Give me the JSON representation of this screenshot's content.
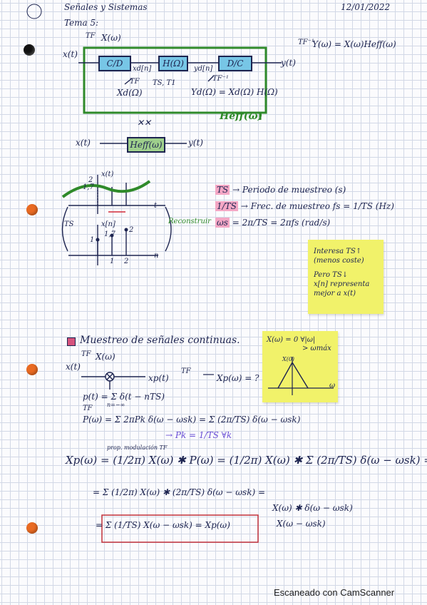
{
  "header": {
    "subject": "Señales y Sistemas",
    "date": "12/01/2022",
    "topic": "Tema 5:"
  },
  "diagram1": {
    "fourier_top": "TF",
    "X_omega": "X(ω)",
    "inverse_tf": "TF⁻¹",
    "y_eq": "Y(ω) = X(ω)Heff(ω)",
    "x_t": "x(t)",
    "cd": "C/D",
    "h": "H(Ω)",
    "dc": "D/C",
    "xd": "xd[n]",
    "yd": "yd[n]",
    "y_t": "y(t)",
    "tf_small": "TF",
    "ts_t": "TS, T1",
    "tf_inv_small": "TF⁻¹",
    "Xd": "Xd(Ω)",
    "Yd_eq": "Yd(Ω) = Xd(Ω) H(Ω)",
    "heff": "Heff(ω)",
    "equiv": "✕✕",
    "x_t2": "x(t)",
    "heff_box": "Heff(ω)",
    "y_t2": "y(t)"
  },
  "sampling_plot": {
    "xt": "x(t)",
    "t": "t",
    "ts": "TS",
    "xn": "x[n]",
    "n": "n",
    "val2": "2",
    "val17": "1,7",
    "val1": "1",
    "val2b": "2",
    "tick1": "1",
    "tick2": "2",
    "reconstruir": "Reconstruir"
  },
  "defs": {
    "ts_key": "TS",
    "ts_text": "→ Periodo de muestreo (s)",
    "fs_key": "1/TS",
    "fs_text": "→ Frec. de muestreo fs = 1/TS (Hz)",
    "ws_key": "ωs",
    "ws_text": "= 2π/TS = 2πfs (rad/s)"
  },
  "sticky1": {
    "l1": "Interesa TS↑",
    "l2": "(menos coste)",
    "l3": "Pero TS↓",
    "l4": "x[n] representa",
    "l5": "mejor a x(t)"
  },
  "section2": {
    "title": "Muestreo de señales continuas.",
    "tf": "TF",
    "X_omega": "X(ω)",
    "x_t": "x(t)",
    "xp_t": "xp(t)",
    "tf2": "TF",
    "xp_eq": "Xp(ω) = ?",
    "p_t": "p(t) = Σ δ(t − nTS)",
    "p_sum": "n=−∞",
    "tf3": "TF",
    "P_eq": "P(ω) = Σ 2πPk δ(ω − ωsk) = Σ (2π/TS) δ(ω − ωsk)",
    "pk": "→ Pk = 1/TS ∀k",
    "prop": "prop. modulación TF",
    "eq1": "Xp(ω) = (1/2π) X(ω) ✱ P(ω) = (1/2π) X(ω) ✱ Σ (2π/TS) δ(ω − ωsk) =",
    "eq2": "= Σ (1/2π) X(ω) ✱ (2π/TS) δ(ω − ωsk) =",
    "eq3": "= Σ (1/TS) X(ω − ωsk) = Xp(ω)",
    "side1": "X(ω) ✱ δ(ω − ωsk)",
    "side2": "X(ω − ωsk)"
  },
  "sticky2": {
    "l1": "X(ω) = 0 ∀|ω|",
    "l2": "> ωmáx",
    "X0": "X(0)",
    "w": "ω"
  },
  "footer": {
    "scanner": "Escaneado con CamScanner"
  }
}
